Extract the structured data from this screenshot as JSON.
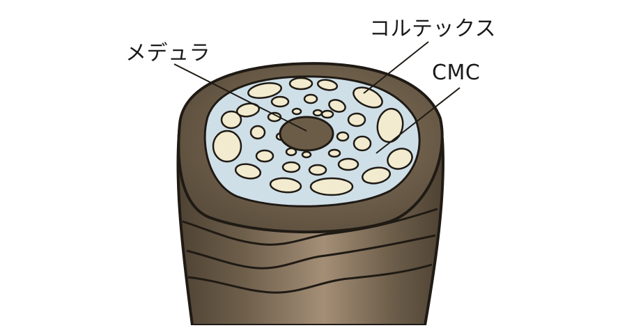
{
  "labels": {
    "medulla": "メデュラ",
    "cortex": "コルテックス",
    "cmc": "CMC"
  },
  "colors": {
    "cuticle": "#6e5f4b",
    "cuticle_highlight": "#a48e76",
    "cuticle_shadow": "#4e4233",
    "cortex_cmc": "#cfdfe8",
    "cortex_cells": "#f3ebcf",
    "medulla": "#6b5c48",
    "outline": "#1f1a14"
  }
}
